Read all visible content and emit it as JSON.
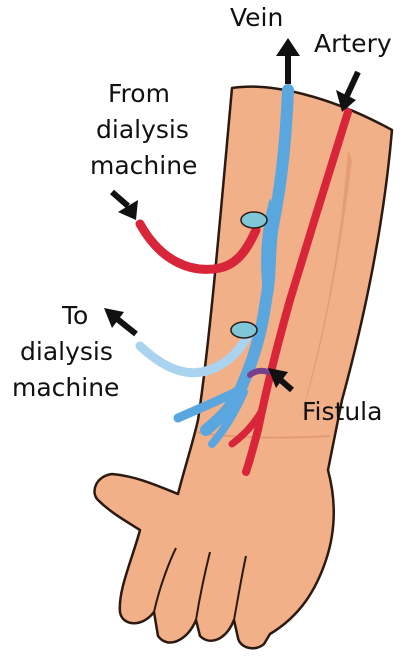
{
  "labels": {
    "vein": "Vein",
    "artery": "Artery",
    "from_line1": "From",
    "from_line2": "dialysis",
    "from_line3": "machine",
    "to_line1": "To",
    "to_line2": "dialysis",
    "to_line3": "machine",
    "fistula": "Fistula"
  },
  "colors": {
    "skin": "#f2b088",
    "skin_shade": "#d98e66",
    "outline": "#2a1a12",
    "vein": "#5aa6de",
    "artery": "#d8253a",
    "tube_from": "#d8253a",
    "tube_to": "#a9d3ef",
    "needle_hub": "#7fc6d8",
    "arrow": "#111111"
  }
}
